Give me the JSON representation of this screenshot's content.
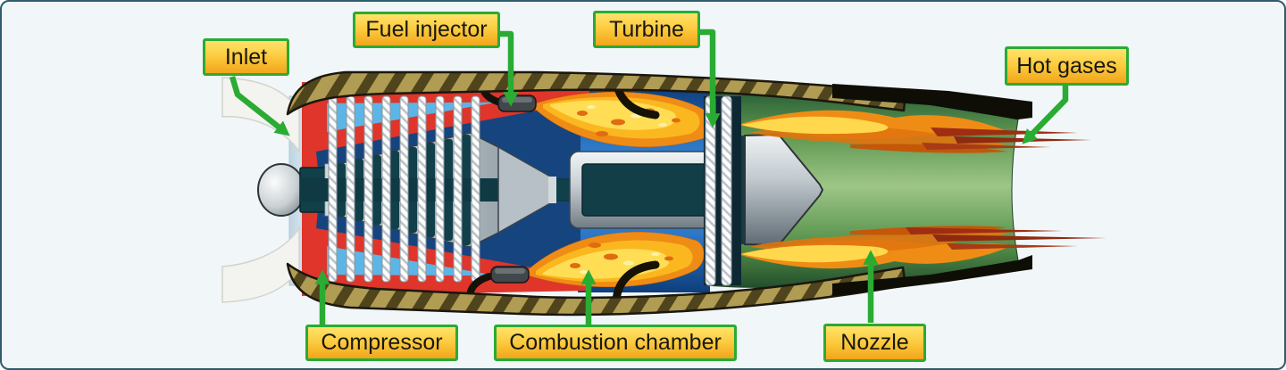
{
  "labels": {
    "inlet": {
      "text": "Inlet"
    },
    "fuel_injector": {
      "text": "Fuel injector"
    },
    "turbine": {
      "text": "Turbine"
    },
    "hot_gases": {
      "text": "Hot gases"
    },
    "compressor": {
      "text": "Compressor"
    },
    "combustion_chamber": {
      "text": "Combustion chamber"
    },
    "nozzle": {
      "text": "Nozzle"
    }
  },
  "colors": {
    "label_fill_top": "#ffe36b",
    "label_fill_bottom": "#f1a51b",
    "label_border_green": "#2aab33",
    "arrow_green": "#2aab33",
    "casing_khaki": "#b09c52",
    "casing_stripe": "#50441d",
    "compressor_case_red": "#df352a",
    "compressor_air_blue": "#5cb5e6",
    "combustion_blue": "#2d77c6",
    "flame_orange": "#ef8c15",
    "flame_yellow": "#ffdd55",
    "nozzle_green": "#5f9751",
    "hot_gas_red": "#9e2d12",
    "panel_border": "#2e5d6e",
    "background": "#f1f6f8"
  }
}
